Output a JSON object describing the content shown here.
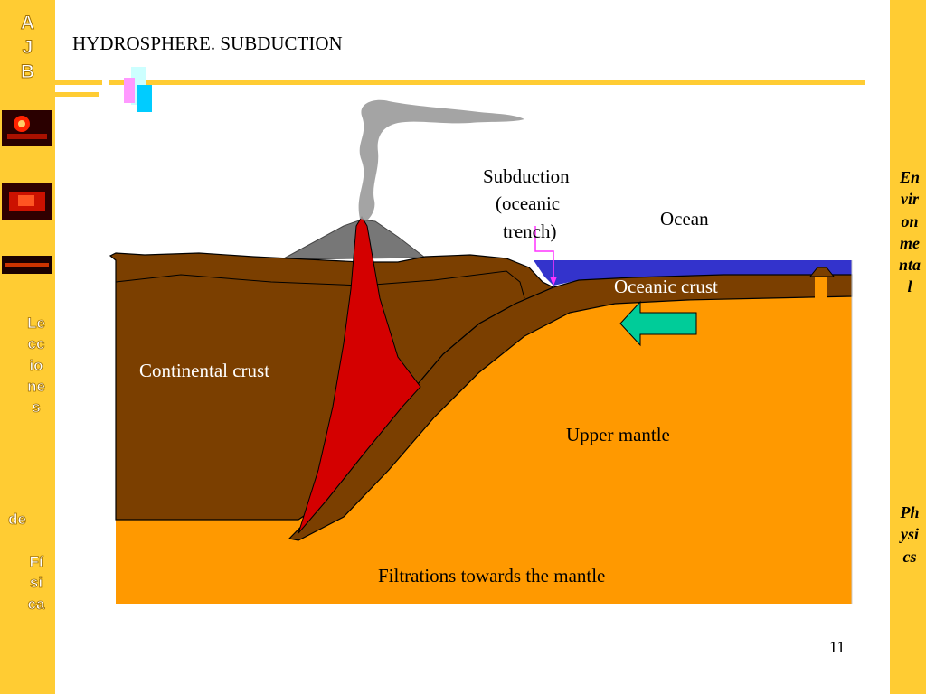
{
  "slide": {
    "logo_letters": [
      "A",
      "J",
      "B"
    ],
    "title": "HYDROSPHERE. SUBDUCTION",
    "page_number": "11",
    "left_vertical_1": "Lecciones",
    "left_vertical_2": "de",
    "left_vertical_3": "Física",
    "right_vertical_1": "Environmental",
    "right_vertical_2": "Physics"
  },
  "diagram": {
    "subduction_label_1": "Subduction",
    "subduction_label_2": "(oceanic",
    "subduction_label_3": "trench)",
    "ocean_label": "Ocean",
    "oceanic_crust_label": "Oceanic crust",
    "continental_crust_label": "Continental crust",
    "upper_mantle_label": "Upper mantle",
    "filtrations_label": "Filtrations towards the mantle"
  },
  "colors": {
    "sidebar": "#ffcc33",
    "continental_crust": "#7b3f00",
    "mantle": "#ff9900",
    "magma": "#d40000",
    "ocean": "#3333cc",
    "arrow": "#00cc99",
    "trench_marker": "#ff33ff"
  }
}
